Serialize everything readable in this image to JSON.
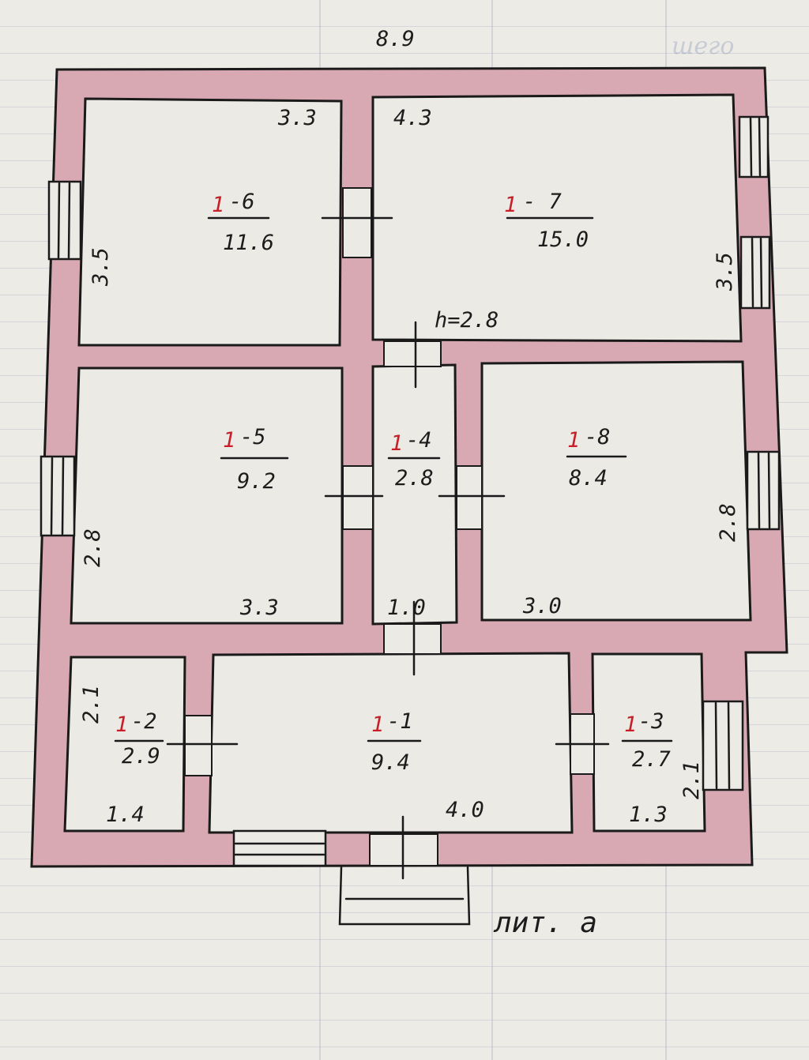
{
  "plan": {
    "overall_width": "8.9",
    "height_note": "h=2.8",
    "title": "лит. а",
    "rooms": [
      {
        "prefix": "1",
        "num": "-6",
        "area": "11.6",
        "dims": [
          "3.3",
          "3.5"
        ]
      },
      {
        "prefix": "1",
        "num": "- 7",
        "area": "15.0",
        "dims": [
          "4.3",
          "3.5"
        ]
      },
      {
        "prefix": "1",
        "num": "-5",
        "area": "9.2",
        "dims": [
          "3.3",
          "2.8"
        ]
      },
      {
        "prefix": "1",
        "num": "-4",
        "area": "2.8",
        "dims": [
          "1.0"
        ]
      },
      {
        "prefix": "1",
        "num": "-8",
        "area": "8.4",
        "dims": [
          "3.0",
          "2.8"
        ]
      },
      {
        "prefix": "1",
        "num": "-2",
        "area": "2.9",
        "dims": [
          "1.4",
          "2.1"
        ]
      },
      {
        "prefix": "1",
        "num": "-1",
        "area": "9.4",
        "dims": [
          "4.0"
        ]
      },
      {
        "prefix": "1",
        "num": "-3",
        "area": "2.7",
        "dims": [
          "1.3",
          "2.1"
        ]
      }
    ]
  },
  "colors": {
    "wall_fill": "#d8a9b2",
    "ink": "#1a1a1a",
    "room_number": "#c8202a",
    "paper": "#ecebe6"
  }
}
